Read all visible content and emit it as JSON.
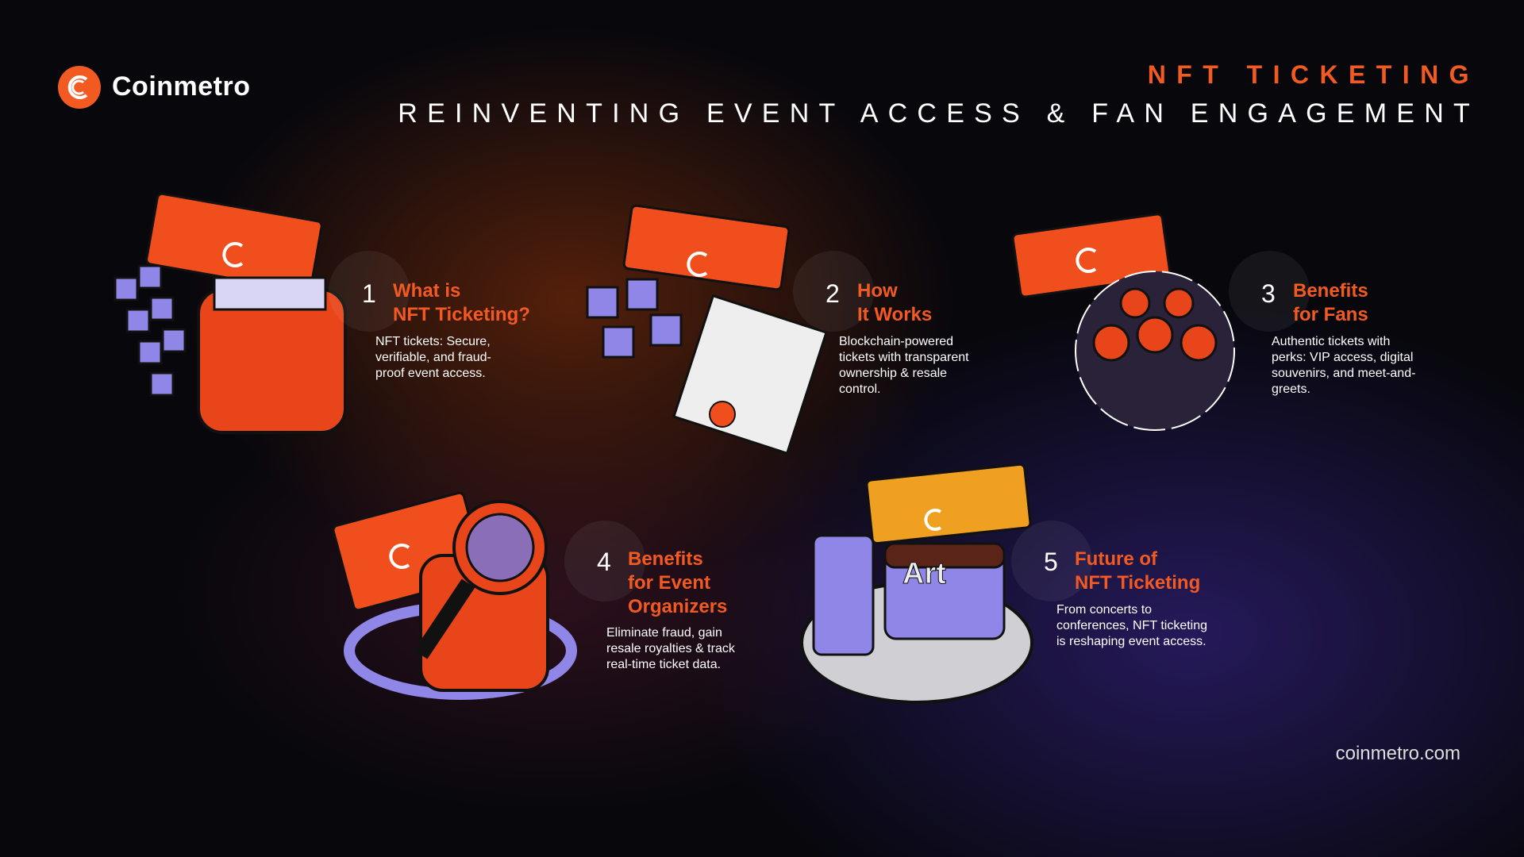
{
  "brand": {
    "name": "Coinmetro",
    "website": "coinmetro.com",
    "accent": "#f25a22"
  },
  "header": {
    "title": "NFT TICKETING",
    "subtitle": "REINVENTING EVENT ACCESS & FAN ENGAGEMENT"
  },
  "steps": [
    {
      "number": "1",
      "title": "What is\nNFT Ticketing?",
      "description": "NFT tickets: Secure,\nverifiable, and fraud-\nproof event access.",
      "icon": "wallet-ticket-icon"
    },
    {
      "number": "2",
      "title": "How\nIt Works",
      "description": "Blockchain-powered\ntickets with transparent\nownership & resale\ncontrol.",
      "icon": "blockchain-certificate-icon"
    },
    {
      "number": "3",
      "title": "Benefits\nfor Fans",
      "description": "Authentic tickets with\nperks: VIP access, digital\nsouvenirs, and meet-and-\ngreets.",
      "icon": "crowd-ticket-icon"
    },
    {
      "number": "4",
      "title": "Benefits\nfor Event\nOrganizers",
      "description": "Eliminate fraud, gain\nresale royalties & track\nreal-time ticket data.",
      "icon": "magnifier-ticket-icon"
    },
    {
      "number": "5",
      "title": "Future of\nNFT Ticketing",
      "description": "From concerts to\nconferences, NFT ticketing\nis reshaping event access.",
      "icon": "art-gallery-ticket-icon"
    }
  ]
}
